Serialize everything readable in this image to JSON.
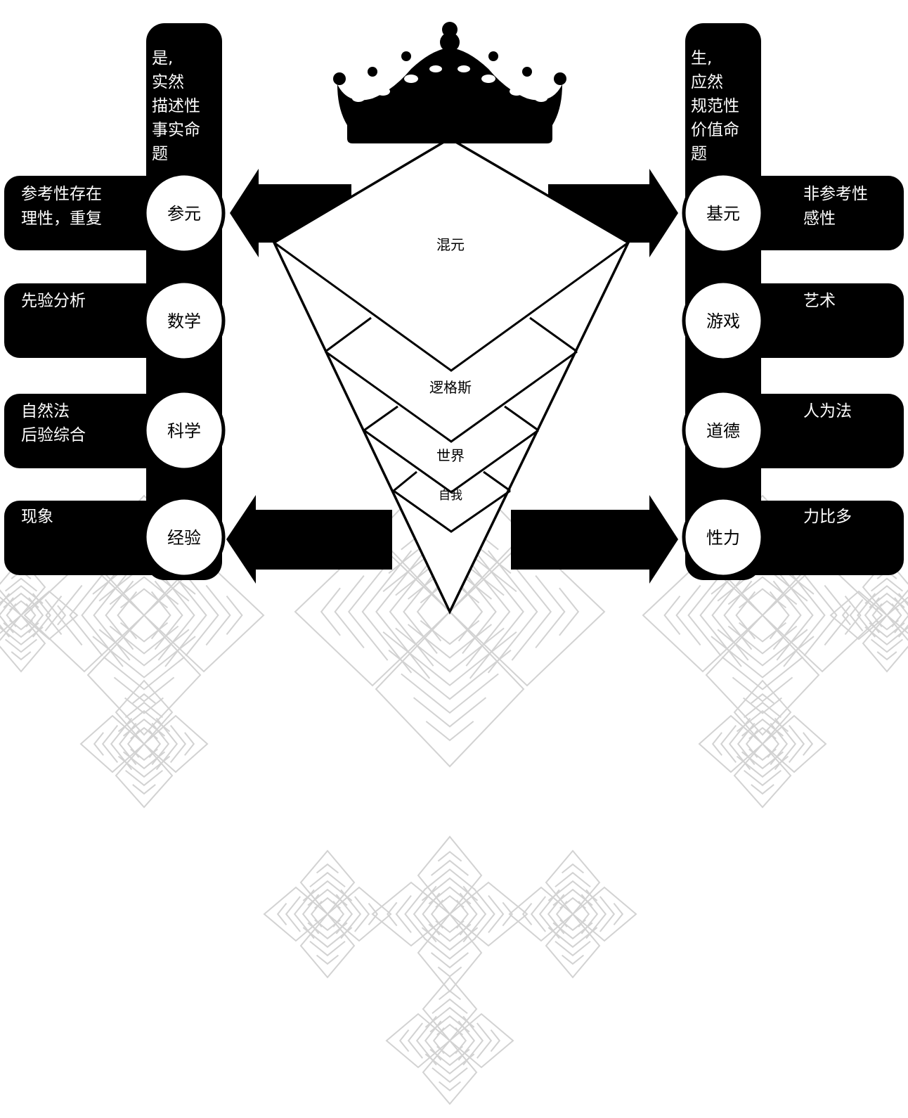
{
  "left_column": {
    "header": [
      "是,",
      "实然",
      "描述性",
      "事实命",
      "题"
    ],
    "rows": [
      {
        "circle": "参元",
        "note_lines": [
          "参考性存在",
          "理性，重复"
        ]
      },
      {
        "circle": "数学",
        "note_lines": [
          "先验分析"
        ]
      },
      {
        "circle": "科学",
        "note_lines": [
          "自然法",
          "后验综合"
        ]
      },
      {
        "circle": "经验",
        "note_lines": [
          "现象"
        ]
      }
    ]
  },
  "right_column": {
    "header": [
      "生,",
      "应然",
      "规范性",
      "价值命",
      "题"
    ],
    "rows": [
      {
        "circle": "基元",
        "note_lines": [
          "非参考性",
          "感性"
        ]
      },
      {
        "circle": "游戏",
        "note_lines": [
          "艺术"
        ]
      },
      {
        "circle": "道德",
        "note_lines": [
          "人为法"
        ]
      },
      {
        "circle": "性力",
        "note_lines": [
          "力比多"
        ]
      }
    ]
  },
  "pyramid": {
    "levels": [
      "混元",
      "逻格斯",
      "世界",
      "自我"
    ]
  },
  "colors": {
    "ink": "#000000",
    "paper": "#ffffff",
    "ghost_pattern": "#d2d2d2"
  },
  "icons": {
    "top": "crown-icon",
    "background": "snowflake-fractal-pattern"
  }
}
